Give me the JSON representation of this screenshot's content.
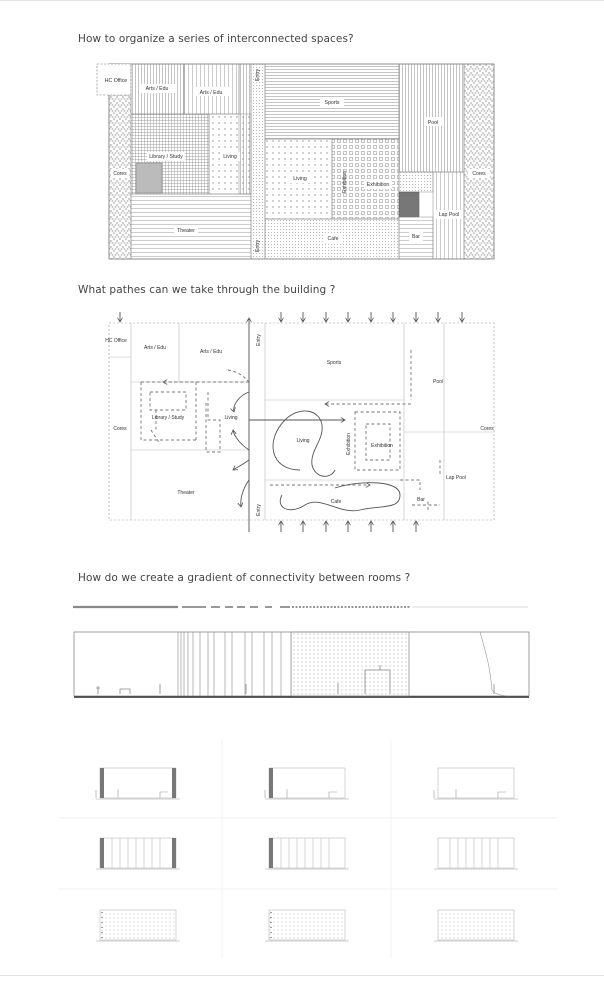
{
  "section1": {
    "heading": "How to organize a series of interconnected spaces?",
    "labels": {
      "hc_office": "HC Office",
      "arts_edu_1": "Arts / Edu",
      "arts_edu_2": "Arts / Edu",
      "entry_top": "Entry",
      "sports": "Sports",
      "pool": "Pool",
      "library_study": "Library / Study",
      "living": "Living",
      "cores_left": "Cores",
      "cores_right": "Cores",
      "living_2": "Living",
      "exhibition_v": "Exhibition",
      "exhibition": "Exhibition",
      "lap_pool": "Lap Pool",
      "theater": "Theater",
      "cafe": "Cafe",
      "bar": "Bar",
      "entry_bottom": "Entry"
    }
  },
  "section2": {
    "heading": "What pathes can we take through the building ?",
    "labels": {
      "hc_office": "HC Office",
      "arts_edu_1": "Arts / Edu",
      "arts_edu_2": "Arts / Edu",
      "entry_top": "Entry",
      "sports": "Sports",
      "pool": "Pool",
      "library_study": "Library / Study",
      "living": "Living",
      "cores_left": "Cores",
      "cores_right": "Cores",
      "living_2": "Living",
      "exhibition_v": "Exhibition",
      "exhibition": "Exhibition",
      "lap_pool": "Lap Pool",
      "theater": "Theater",
      "cafe": "Cafe",
      "bar": "Bar",
      "entry_bottom": "Entry"
    }
  },
  "section3": {
    "heading": "How do we create a gradient of connectivity between rooms ?"
  },
  "colors": {
    "line": "#555555",
    "hatch": "#8a8a8a",
    "dark_panel": "#777777"
  }
}
